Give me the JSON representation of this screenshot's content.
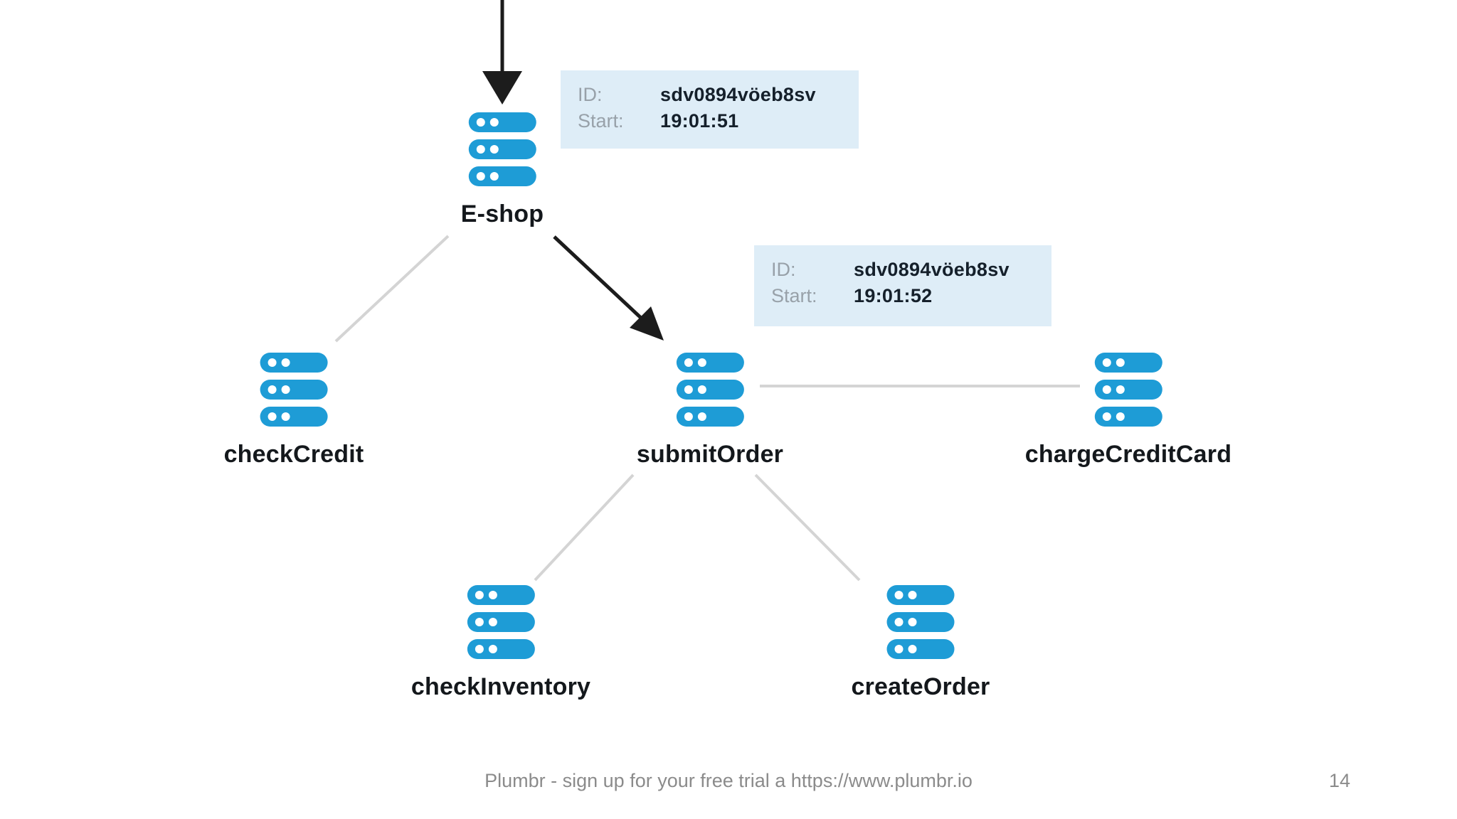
{
  "slide": {
    "footer_text": "Plumbr - sign up for your free trial a https://www.plumbr.io",
    "page_number": "14"
  },
  "colors": {
    "server_blue": "#1E9CD6",
    "tooltip_bg": "#DEEDF7",
    "edge_gray": "#D4D4D4",
    "arrow_black": "#1C1C1C",
    "label_dark": "#14181C",
    "muted_gray": "#98A1A9",
    "footer_gray": "#8B8B8B"
  },
  "icons": {
    "server_icon": "stack of three blue server pills, each with two white status dots"
  },
  "nodes": {
    "eshop": {
      "label": "E-shop"
    },
    "check_credit": {
      "label": "checkCredit"
    },
    "submit_order": {
      "label": "submitOrder"
    },
    "charge_credit_card": {
      "label": "chargeCreditCard"
    },
    "check_inventory": {
      "label": "checkInventory"
    },
    "create_order": {
      "label": "createOrder"
    }
  },
  "trace_tooltips": {
    "eshop": {
      "id_label": "ID:",
      "id_value": "sdv0894vöeb8sv",
      "start_label": "Start:",
      "start_value": "19:01:51"
    },
    "submit_order": {
      "id_label": "ID:",
      "id_value": "sdv0894vöeb8sv",
      "start_label": "Start:",
      "start_value": "19:01:52"
    }
  }
}
